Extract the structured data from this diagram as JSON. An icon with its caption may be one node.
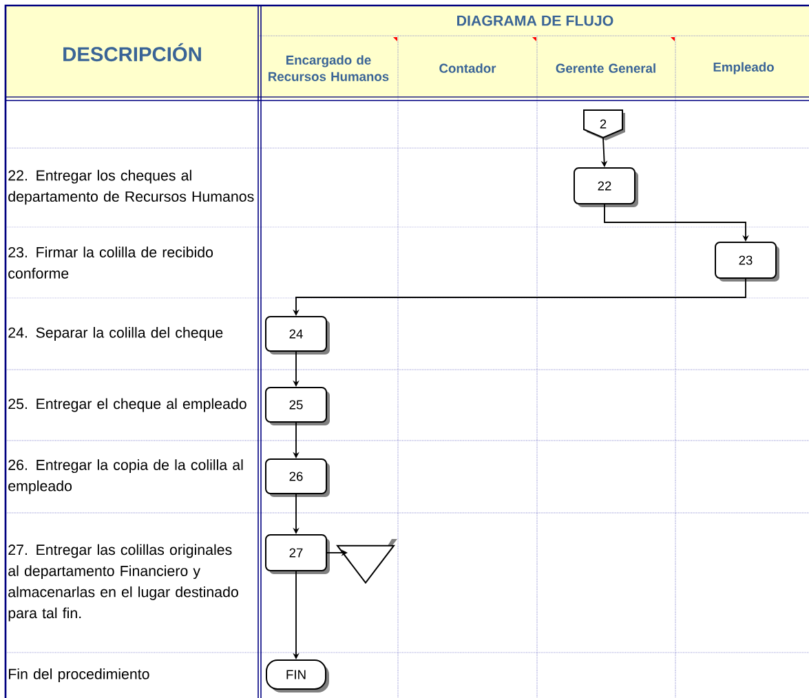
{
  "diagram": {
    "nodes": [
      {
        "text": [
          "2"
        ]
      },
      {
        "text": [
          "22"
        ]
      },
      {
        "text": [
          "23"
        ]
      },
      {
        "text": [
          "24"
        ]
      },
      {
        "text": [
          "25"
        ]
      },
      {
        "text": [
          "26"
        ]
      },
      {
        "text": [
          "27"
        ]
      },
      {
        "text": [],
        "shape": "triangle"
      },
      {
        "text": [
          "FIN"
        ]
      }
    ],
    "edges": [
      {
        "from": 0,
        "to": 1,
        "arrow": "to"
      },
      {
        "from": 1,
        "to": 2,
        "arrow": "to"
      },
      {
        "from": 2,
        "to": 3,
        "arrow": "to"
      },
      {
        "from": 3,
        "to": 4,
        "arrow": "to"
      },
      {
        "from": 4,
        "to": 5,
        "arrow": "to"
      },
      {
        "from": 5,
        "to": 6,
        "arrow": "to"
      },
      {
        "from": 6,
        "to": 7,
        "arrow": "to"
      },
      {
        "from": 6,
        "to": 8,
        "arrow": "to"
      }
    ],
    "labels": [
      "DESCRIPCIÓN",
      "DIAGRAMA DE FLUJO",
      "Encargado de Recursos Humanos",
      "Contador",
      "Gerente General",
      "Empleado",
      "22. Entregar los cheques al departamento de Recursos Humanos",
      "23. Firmar la colilla de recibido conforme",
      "24. Separar la colilla del cheque",
      "25. Entregar el cheque al empleado",
      "26. Entregar la copia de la colilla al empleado",
      "27. Entregar las colillas originales al departamento Financiero y almacenarlas en el lugar destinado para tal fin.",
      "Fin del procedimiento"
    ]
  }
}
